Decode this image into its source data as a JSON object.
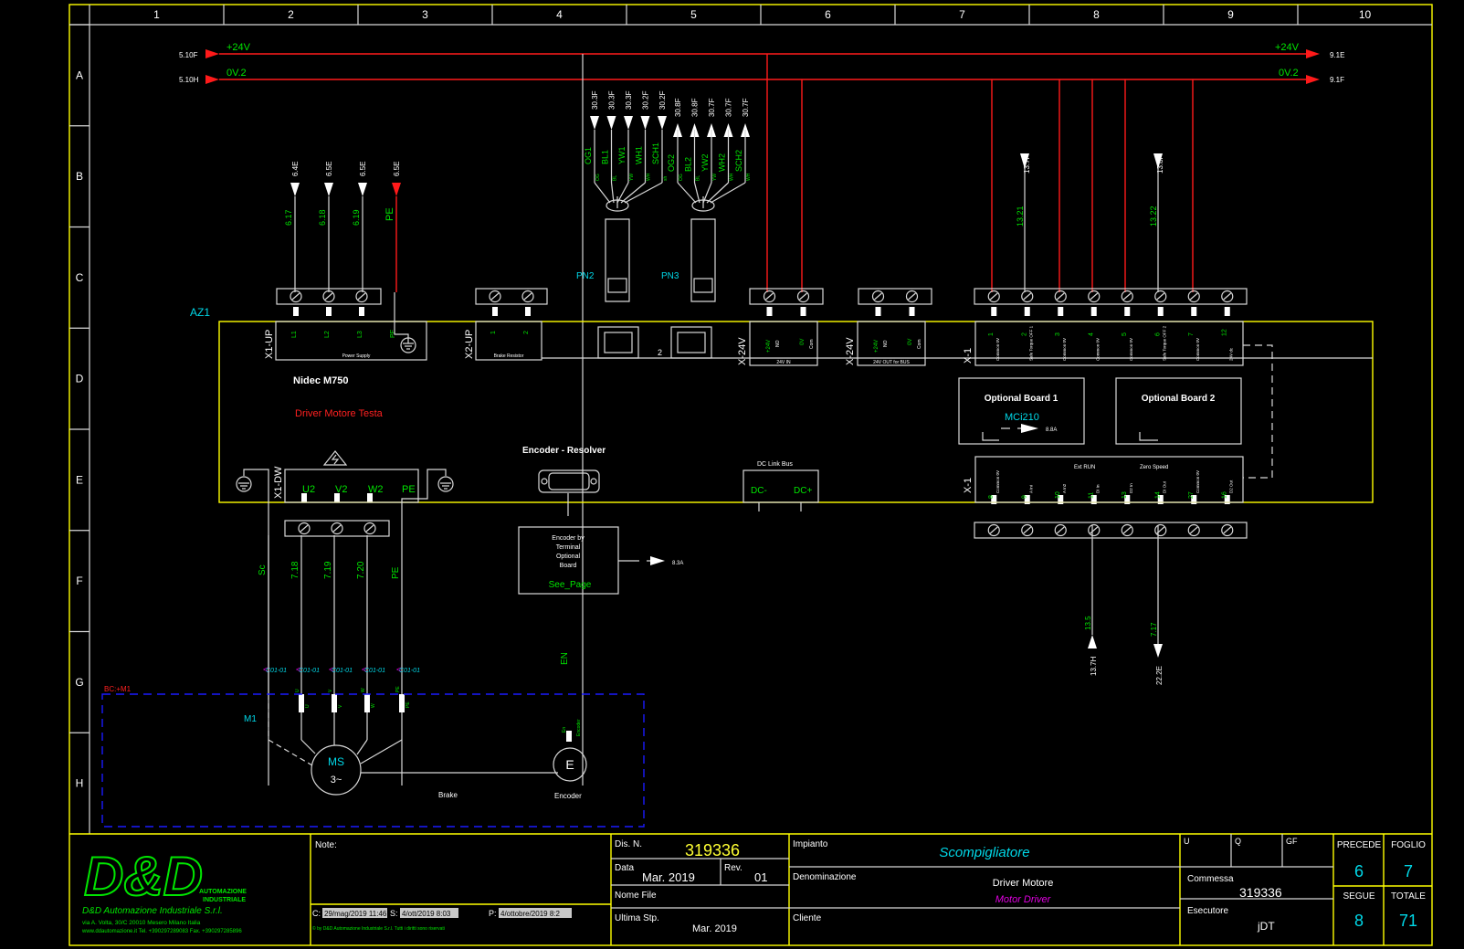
{
  "sheet": {
    "columns": [
      "1",
      "2",
      "3",
      "4",
      "5",
      "6",
      "7",
      "8",
      "9",
      "10"
    ],
    "rows": [
      "A",
      "B",
      "C",
      "D",
      "E",
      "F",
      "G",
      "H"
    ]
  },
  "power_rails": {
    "rail_24v": {
      "label": "+24V",
      "ref_in": "5.10F",
      "ref_out": "9.1E"
    },
    "rail_0v": {
      "label": "0V.2",
      "ref_in": "5.10H",
      "ref_out": "9.1F"
    }
  },
  "device": {
    "tag": "AZ1",
    "model": "Nidec  M750",
    "description": "Driver Motore Testa",
    "x1_up": {
      "name": "X1-UP",
      "caption": "Power Supply",
      "pins": [
        "L1",
        "L2",
        "L3",
        "PE"
      ]
    },
    "x2_up": {
      "name": "X2-UP",
      "caption": "Brake Resistor",
      "pins": [
        "1",
        "2"
      ]
    },
    "x24v_a": {
      "name": "X-24V",
      "caption": "24V IN",
      "pins": [
        "+24V",
        "0V"
      ],
      "subs": [
        "NO",
        "Com"
      ]
    },
    "x24v_b": {
      "name": "X-24V",
      "caption": "24V OUT for BUS",
      "pins": [
        "+24V",
        "0V"
      ],
      "subs": [
        "NO",
        "Com"
      ]
    },
    "pn_ports": [
      "PN2",
      "PN3"
    ],
    "pn_between": "2",
    "x1_top": {
      "name": "X-1",
      "pins": [
        {
          "num": "1",
          "label": "Common 0V"
        },
        {
          "num": "2",
          "label": "Safe Torque OFF 1"
        },
        {
          "num": "3",
          "label": "Common 0V"
        },
        {
          "num": "4",
          "label": "Common 0V"
        },
        {
          "num": "5",
          "label": "Common 0V"
        },
        {
          "num": "6",
          "label": "Safe Torque OFF 2"
        },
        {
          "num": "7",
          "label": "Common 0V"
        },
        {
          "num": "12",
          "label": "24V dc"
        }
      ]
    },
    "x1_bottom": {
      "name": "X-1",
      "group_labels": [
        "Ext RUN",
        "Zero Speed"
      ],
      "pins": [
        {
          "num": "8",
          "label": "Common 0V"
        },
        {
          "num": "9",
          "label": "A Ini"
        },
        {
          "num": "10",
          "label": "A In2"
        },
        {
          "num": "11",
          "label": "DI In"
        },
        {
          "num": "13",
          "label": "D2 In"
        },
        {
          "num": "14",
          "label": "DI Out"
        },
        {
          "num": "27",
          "label": "Common 0V"
        },
        {
          "num": "16",
          "label": "D2 Out"
        }
      ]
    },
    "optional_board_1": {
      "title": "Optional Board 1",
      "module": "MCi210",
      "ref": "8.8A"
    },
    "optional_board_2": {
      "title": "Optional Board 2"
    },
    "x1_dw": {
      "name": "X1-DW",
      "pins": [
        "U2",
        "V2",
        "W2",
        "PE"
      ]
    },
    "encoder_title": "Encoder - Resolver",
    "dc_link": {
      "title": "DC Link Bus",
      "pins": [
        "DC-",
        "DC+"
      ]
    }
  },
  "wires_top_left": [
    {
      "ref": "6.4E",
      "wire": "6.17"
    },
    {
      "ref": "6.5E",
      "wire": "6.18"
    },
    {
      "ref": "6.5E",
      "wire": "6.19"
    },
    {
      "ref": "6.5E",
      "wire": "PE"
    }
  ],
  "pn_cables": {
    "pn2": [
      {
        "ref": "30.3F",
        "wire": "OG1",
        "pin": "OG"
      },
      {
        "ref": "30.3F",
        "wire": "BL1",
        "pin": "BL"
      },
      {
        "ref": "30.3F",
        "wire": "YW1",
        "pin": "YW"
      },
      {
        "ref": "30.2F",
        "wire": "WH1",
        "pin": "WH"
      },
      {
        "ref": "30.2F",
        "wire": "SCH1",
        "pin": "sh"
      }
    ],
    "pn3": [
      {
        "ref": "30.8F",
        "wire": "OG2",
        "pin": "OG"
      },
      {
        "ref": "30.8F",
        "wire": "BL2",
        "pin": "BL"
      },
      {
        "ref": "30.7F",
        "wire": "YW2",
        "pin": "YW"
      },
      {
        "ref": "30.7F",
        "wire": "WH2",
        "pin": "WH"
      },
      {
        "ref": "30.7F",
        "wire": "SCH2",
        "pin": "WH"
      }
    ]
  },
  "x1_top_signals": [
    {
      "ref": "13.7F",
      "wire": "13.21"
    },
    {
      "ref": "13.8F",
      "wire": "13.22"
    }
  ],
  "x1_bottom_signals": [
    {
      "ref": "13.7H",
      "wire": "13.5"
    },
    {
      "ref": "22.2E",
      "wire": "7.17"
    }
  ],
  "motor_wires": [
    "Sc",
    "7.18",
    "7.19",
    "7.20",
    "PE"
  ],
  "cable_tags": [
    "C01-01",
    "C01-01",
    "C01-01",
    "C01-01",
    "C01-01"
  ],
  "encoder_board": {
    "lines": [
      "Encoder by",
      "Terminal",
      "Optional",
      "Board"
    ],
    "link": "See_Page",
    "ref": "8.3A",
    "wire": "EN"
  },
  "motor_zone": {
    "tag": "BC:+M1",
    "motor_tag": "M1",
    "motor_label": "MS",
    "motor_phase": "3~",
    "terminals": [
      "U",
      "V",
      "W",
      "PE"
    ],
    "brake_label": "Brake",
    "encoder_symbol": "E",
    "encoder_label": "Encoder",
    "encoder_pin": "En",
    "encoder_pin_label": "Encoder"
  },
  "title_block": {
    "company": "D&D Automazione Industriale S.r.l.",
    "logo": "D&D",
    "logo_sub": [
      "AUTOMAZIONE",
      "INDUSTRIALE"
    ],
    "address": "via A. Volta, 30/C 20010 Mesero Milano Italia",
    "contacts": "www.ddautomazione.it Tel. +390297289083 Fax. +390297285896",
    "notes_label": "Note:",
    "stamp_c_label": "C:",
    "stamp_c": "29/mag/2019 11:46",
    "stamp_s_label": "S:",
    "stamp_s": "4/ott/2019 8:03",
    "stamp_p_label": "P:",
    "stamp_p": "4/ottobre/2019 8:2",
    "copyright": "© by D&D Automazione Industriale S.r.l. Tutti i diritti sono riservati",
    "dis_n_label": "Dis. N.",
    "dis_n": "319336",
    "data_label": "Data",
    "data": "Mar. 2019",
    "rev_label": "Rev.",
    "rev": "01",
    "nome_file_label": "Nome File",
    "ultima_stp_label": "Ultima Stp.",
    "ultima_stp": "Mar. 2019",
    "impianto_label": "Impianto",
    "impianto": "Scompigliatore",
    "denominazione_label": "Denominazione",
    "denominazione": "Driver Motore",
    "denominazione_en": "Motor Driver",
    "cliente_label": "Cliente",
    "u_label": "U",
    "q_label": "Q",
    "gf_label": "GF",
    "commessa_label": "Commessa",
    "commessa": "319336",
    "esecutore_label": "Esecutore",
    "esecutore": "jDT",
    "precede_label": "PRECEDE",
    "precede": "6",
    "foglio_label": "FOGLIO",
    "foglio": "7",
    "segue_label": "SEGUE",
    "segue": "8",
    "totale_label": "TOTALE",
    "totale": "71"
  }
}
